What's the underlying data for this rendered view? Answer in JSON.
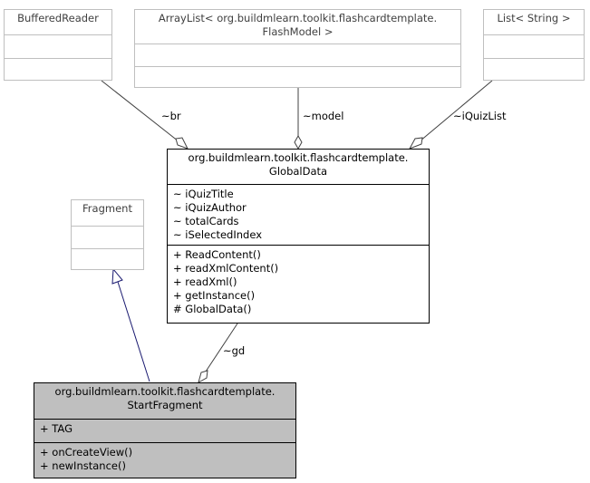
{
  "classes": {
    "buffered_reader": {
      "name": "BufferedReader"
    },
    "array_list": {
      "name_line1": "ArrayList< org.buildmlearn.toolkit.flashcardtemplate.",
      "name_line2": "FlashModel >"
    },
    "list_string": {
      "name": "List< String >"
    },
    "fragment": {
      "name": "Fragment"
    },
    "global_data": {
      "name_line1": "org.buildmlearn.toolkit.flashcardtemplate.",
      "name_line2": "GlobalData",
      "attributes": [
        "~ iQuizTitle",
        "~ iQuizAuthor",
        "~ totalCards",
        "~ iSelectedIndex"
      ],
      "operations": [
        "+ ReadContent()",
        "+ readXmlContent()",
        "+ readXml()",
        "+ getInstance()",
        "# GlobalData()"
      ]
    },
    "start_fragment": {
      "name_line1": "org.buildmlearn.toolkit.flashcardtemplate.",
      "name_line2": "StartFragment",
      "attributes": [
        "+ TAG"
      ],
      "operations": [
        "+ onCreateView()",
        "+ newInstance()"
      ]
    }
  },
  "edges": {
    "br_label": "~br",
    "model_label": "~model",
    "iquizlist_label": "~iQuizList",
    "gd_label": "~gd"
  },
  "colors": {
    "focus_fill": "#bfbfbf",
    "faded_border": "#bfbfbf",
    "inheritance_line": "#191970",
    "association_line": "#404040"
  }
}
